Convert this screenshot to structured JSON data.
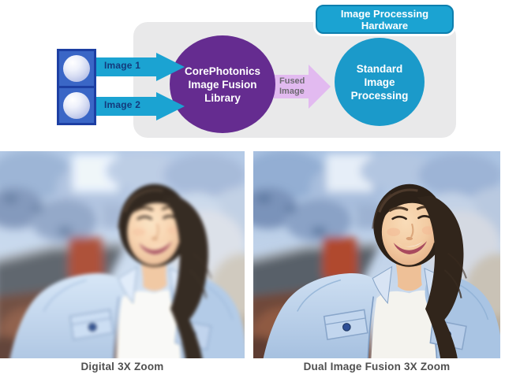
{
  "colors": {
    "teal": "#1ba3d2",
    "teal_dark": "#0d7fae",
    "teal2": "#1b9aca",
    "purple": "#652c90",
    "lavender": "#e2baf0",
    "panel": "#e9e9ea",
    "camera_fill": "#3a66c6",
    "camera_border": "#1d3fa3",
    "label_navy": "#143a7c",
    "fused_text": "#6e6a72",
    "caption": "#4f4f4f"
  },
  "diagram": {
    "badge": {
      "line1": "Image Processing",
      "line2": "Hardware"
    },
    "inputs": [
      {
        "label": "Image 1"
      },
      {
        "label": "Image 2"
      }
    ],
    "fusion_node": {
      "lines": [
        "CorePhotonics",
        "Image Fusion",
        "Library"
      ]
    },
    "fused_arrow": {
      "lines": [
        "Fused",
        "Image"
      ]
    },
    "processing_node": {
      "lines": [
        "Standard",
        "Image",
        "Processing"
      ]
    }
  },
  "comparison": {
    "left": {
      "caption": "Digital 3X Zoom"
    },
    "right": {
      "caption": "Dual Image Fusion 3X Zoom"
    }
  }
}
